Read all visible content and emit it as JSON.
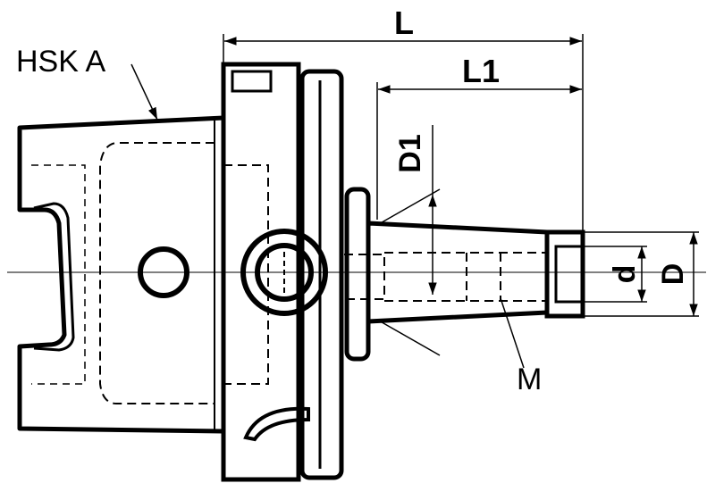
{
  "labels": {
    "hsk": "HSK A",
    "L": "L",
    "L1": "L1",
    "D1": "D1",
    "d": "d",
    "D": "D",
    "M": "M"
  },
  "colors": {
    "ink": "#000000",
    "paper": "#ffffff"
  }
}
